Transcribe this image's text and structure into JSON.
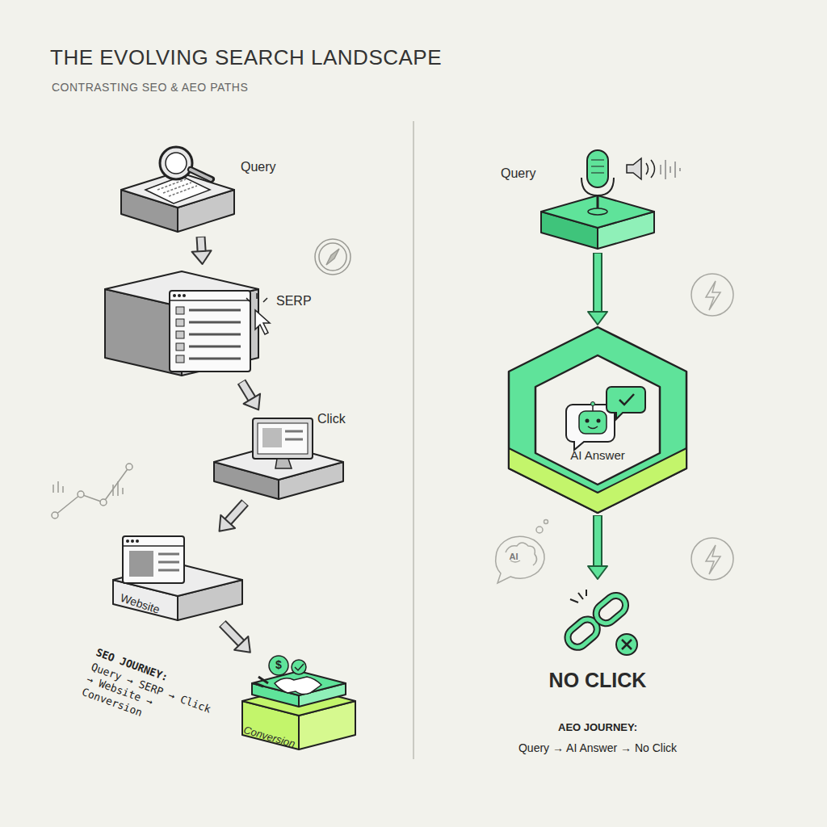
{
  "diagram": {
    "title": "THE EVOLVING SEARCH LANDSCAPE",
    "nodes": [
      {
        "text": [
          "Query"
        ]
      },
      {
        "text": [
          "SERP"
        ]
      },
      {
        "text": [
          "Click"
        ]
      },
      {
        "text": [
          "Website"
        ]
      },
      {
        "text": [
          "Conversion"
        ]
      },
      {
        "text": [
          "Query"
        ]
      },
      {
        "text": [
          "AI Answer"
        ]
      },
      {
        "text": [
          "NO CLICK"
        ]
      }
    ],
    "edges": [
      {
        "from": 0,
        "to": 1,
        "arrow": "to"
      },
      {
        "from": 1,
        "to": 2,
        "arrow": "to"
      },
      {
        "from": 2,
        "to": 3,
        "arrow": "to"
      },
      {
        "from": 3,
        "to": 4,
        "arrow": "to"
      },
      {
        "from": 5,
        "to": 6,
        "arrow": "to"
      },
      {
        "from": 6,
        "to": 7,
        "arrow": "to"
      }
    ],
    "labels": [
      "CONTRASTING SEO & AEO PATHS",
      "$",
      "SEO JOURNEY:",
      "Query → SERP → Click → Website → Conversion",
      "AI",
      "AEO JOURNEY:",
      "Query → AI Answer → No Click"
    ]
  }
}
